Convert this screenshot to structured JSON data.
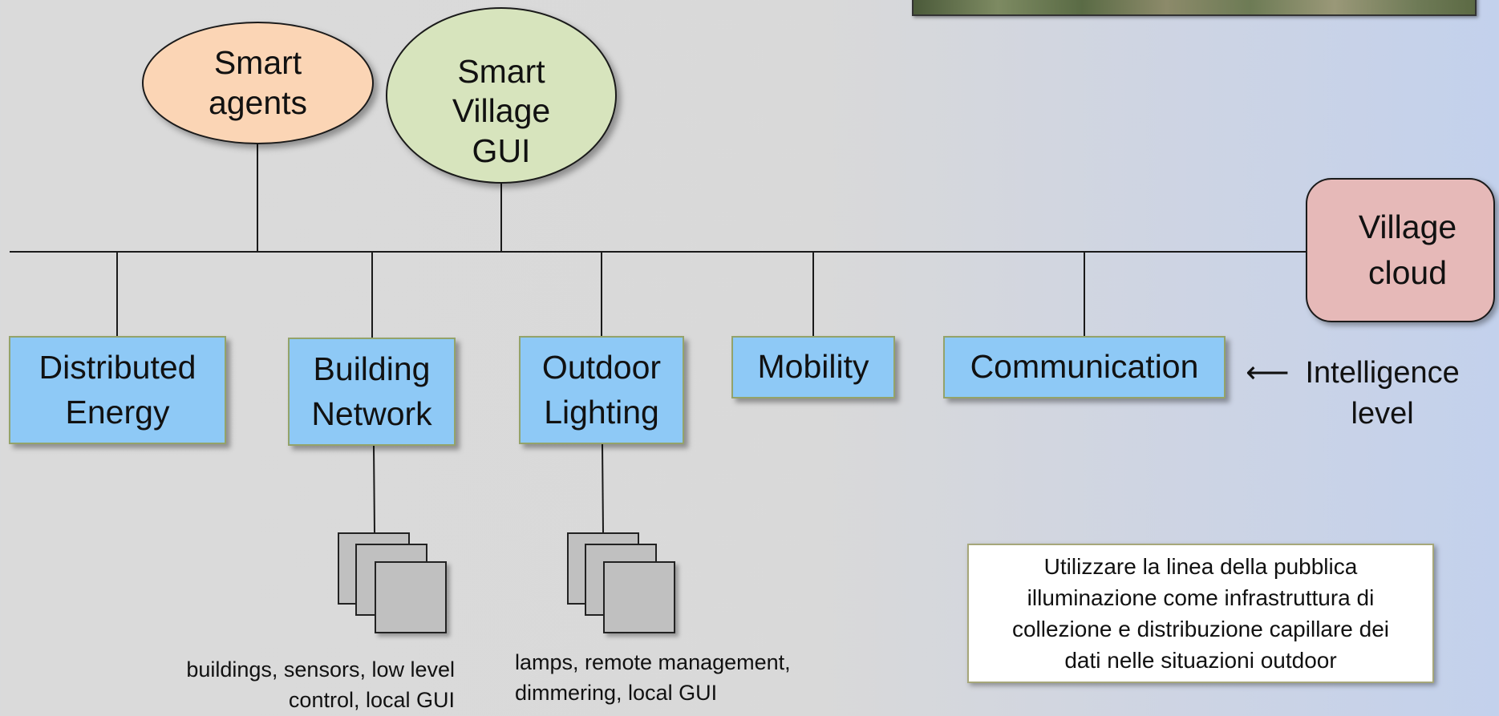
{
  "nodes": {
    "smart_agents": "Smart\nagents",
    "smart_village_gui": "Smart\nVillage\nGUI",
    "village_cloud": "Village\ncloud"
  },
  "modules": {
    "distributed_energy": "Distributed\nEnergy",
    "building_network": "Building\nNetwork",
    "outdoor_lighting": "Outdoor\nLighting",
    "mobility": "Mobility",
    "communication": "Communication"
  },
  "intelligence": {
    "arrow": "⟵",
    "label": "Intelligence\nlevel"
  },
  "captions": {
    "building": "buildings, sensors, low level\ncontrol, local GUI",
    "lighting": "lamps, remote management,\ndimmering, local GUI"
  },
  "note": "Utilizzare la linea della pubblica illuminazione come infrastruttura di collezione e distribuzione capillare dei dati nelle situazioni outdoor",
  "colors": {
    "agents_fill": "#fbd5b5",
    "gui_fill": "#d7e4bd",
    "cloud_fill": "#e6b9b8",
    "module_fill": "#8ec9f6",
    "device_fill": "#c0c0c0"
  }
}
